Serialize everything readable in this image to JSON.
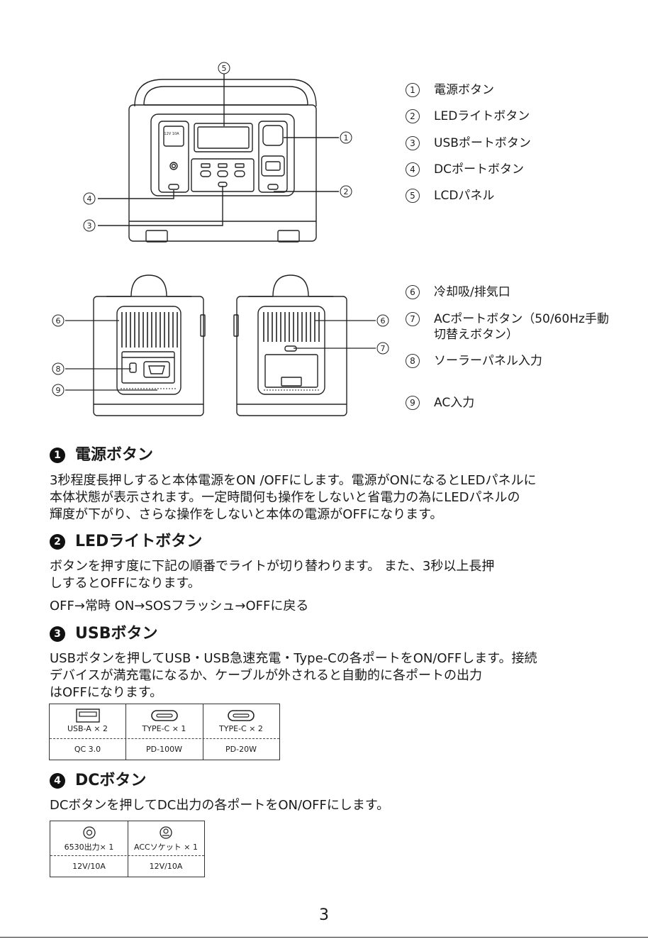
{
  "legend_top": [
    {
      "num": "1",
      "label": "電源ボタン"
    },
    {
      "num": "2",
      "label": "LEDライトボタン"
    },
    {
      "num": "3",
      "label": "USBポートボタン"
    },
    {
      "num": "4",
      "label": "DCポートボタン"
    },
    {
      "num": "5",
      "label": "LCDパネル"
    }
  ],
  "legend_bottom": [
    {
      "num": "6",
      "label": "冷却吸/排気口"
    },
    {
      "num": "7",
      "label": "ACポートボタン（50/60Hz手動",
      "label2": "切替えボタン）"
    },
    {
      "num": "8",
      "label": "ソーラーパネル入力"
    },
    {
      "num": "9",
      "label": "AC入力"
    }
  ],
  "callouts": {
    "c1": "1",
    "c2": "2",
    "c3": "3",
    "c4": "4",
    "c5": "5",
    "c6a": "6",
    "c6b": "6",
    "c7": "7",
    "c8": "8",
    "c9": "9"
  },
  "device_label": "12V 10A",
  "sections": [
    {
      "badge": "1",
      "title": "電源ボタン",
      "lines": [
        "3秒程度長押しすると本体電源をON /OFFにします。電源がONになるとLEDパネルに",
        "本体状態が表示されます。一定時間何も操作をしないと省電力の為にLEDパネルの",
        "輝度が下がり、さらな操作をしないと本体の電源がOFFになります。"
      ]
    },
    {
      "badge": "2",
      "title": "LEDライトボタン",
      "lines": [
        "ボタンを押す度に下記の順番でライトが切り替わります。 また、3秒以上長押",
        "しするとOFFになります。"
      ],
      "extra": "OFF→常時 ON→SOSフラッシュ→OFFに戻る"
    },
    {
      "badge": "3",
      "title": "USBボタン",
      "lines": [
        "USBボタンを押してUSB・USB急速充電・Type-Cの各ポートをON/OFFします。接続",
        "デバイスが満充電になるか、ケーブルが外されると自動的に各ポートの出力",
        "はOFFになります。"
      ]
    },
    {
      "badge": "4",
      "title": "DCボタン",
      "lines": [
        "DCボタンを押してDC出力の各ポートをON/OFFにします。"
      ]
    }
  ],
  "usb_table": [
    {
      "icon": "usb-a-port-icon",
      "label": "USB-A × 2",
      "value": "QC 3.0"
    },
    {
      "icon": "usb-c-port-icon",
      "label": "TYPE-C × 1",
      "value": "PD-100W"
    },
    {
      "icon": "usb-c-port-icon",
      "label": "TYPE-C × 2",
      "value": "PD-20W"
    }
  ],
  "dc_table": [
    {
      "icon": "dc-barrel-port-icon",
      "label": "6530出力× 1",
      "value": "12V/10A"
    },
    {
      "icon": "car-socket-icon",
      "label": "ACCソケット × 1",
      "value": "12V/10A"
    }
  ],
  "page_number": "3"
}
